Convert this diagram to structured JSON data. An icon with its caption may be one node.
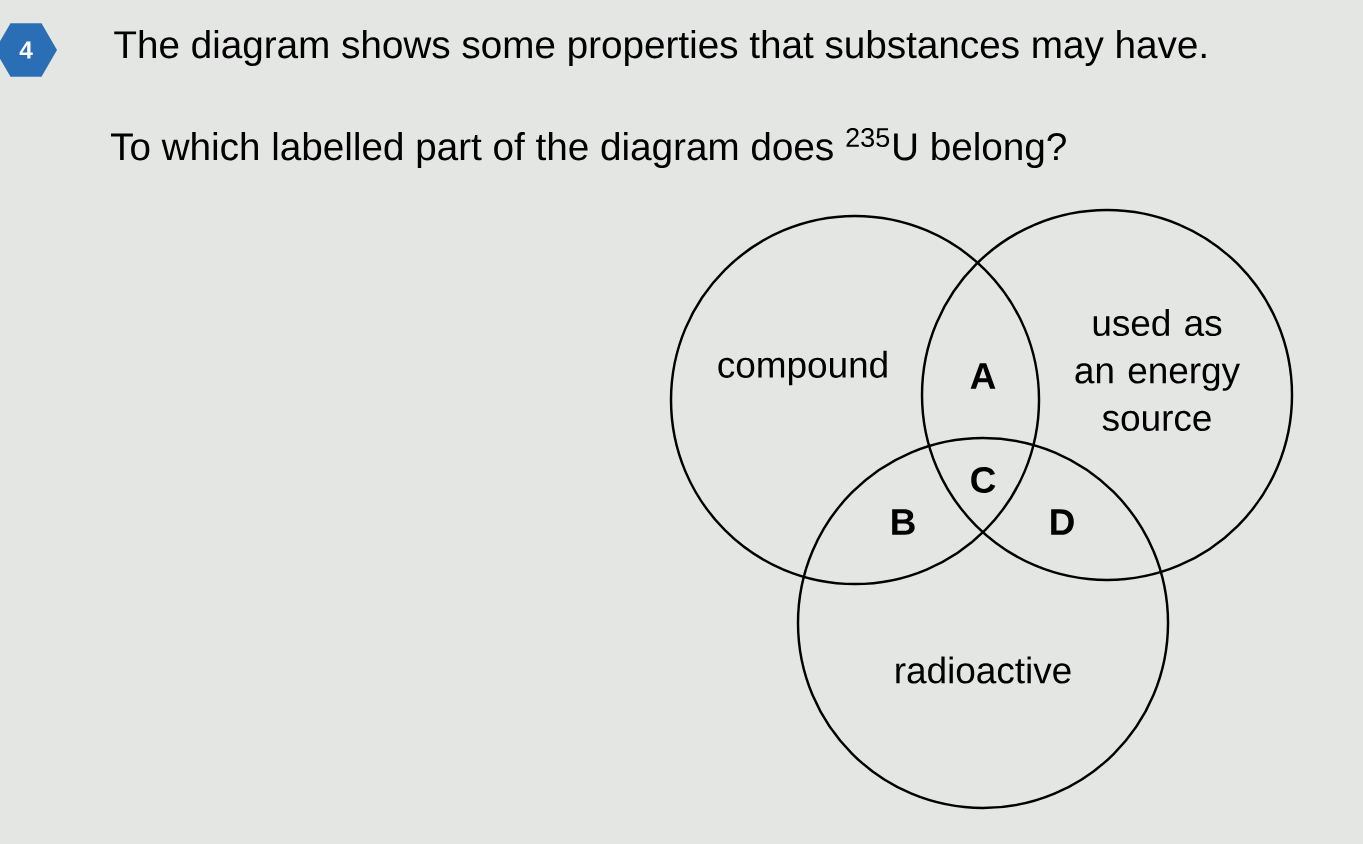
{
  "diagram": {
    "title": "The diagram shows some properties that substances may have.",
    "nodes": [
      {
        "text": [
          "4"
        ]
      },
      {
        "text": [
          "compound"
        ]
      },
      {
        "text": [
          "used as an energy source"
        ]
      },
      {
        "text": [
          "radioactive"
        ]
      }
    ],
    "labels": [
      "To which labelled part of the diagram does $^{235}$U belong?",
      "A",
      "C",
      "B",
      "D"
    ]
  }
}
